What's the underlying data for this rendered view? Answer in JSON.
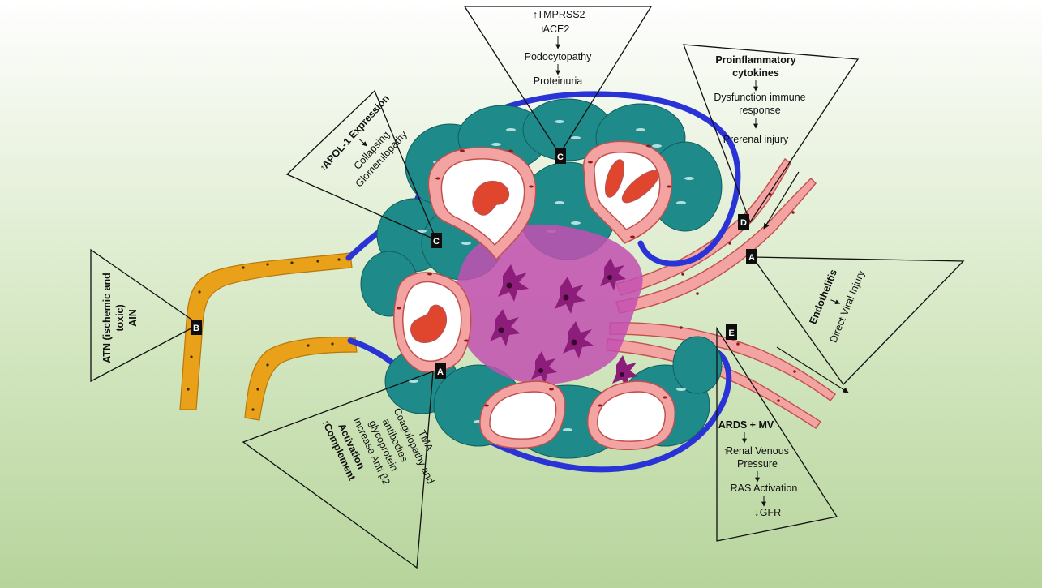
{
  "markers": {
    "a": "A",
    "b": "B",
    "c": "C",
    "d": "D",
    "e": "E"
  },
  "top_box": {
    "line1": "TMPRSS2",
    "line2": "ACE2",
    "line3": "Podocytopathy",
    "line4": "Proteinuria"
  },
  "apol_box": {
    "title": "APOL-1 Expression",
    "line1": "Collapsing",
    "line2": "Glomerulopathy"
  },
  "cytokine_box": {
    "title1": "Proinflammatory",
    "title2": "cytokines",
    "line1": "Dysfunction immune",
    "line2": "response",
    "line3": "Prerenal injury"
  },
  "atn_box": {
    "line1": "ATN (ischemic and",
    "line2": "toxic)",
    "line3": "AIN"
  },
  "endo_box": {
    "title": "Endothelitis",
    "line1": "Direct Viral Injury"
  },
  "complement_box": {
    "title1": "Complement",
    "title2": "Activation",
    "line1": "Increase Anti β2",
    "line2": "glycoprotein",
    "line3": "antibodies",
    "line4": "Coagulopathy and",
    "line5": "TMA"
  },
  "ards_box": {
    "title": "ARDS + MV",
    "line1": "Renal Venous",
    "line2": "Pressure",
    "line3": "RAS Activation",
    "line4": "GFR"
  },
  "colors": {
    "capsule": "#2a33d6",
    "podocyte": "#1f8a8a",
    "mesangium": "#c24fb0",
    "capillary_wall": "#f4a3a3",
    "rbc": "#e0452e",
    "tubule": "#e8a119",
    "marker": "#0d0d0d"
  }
}
